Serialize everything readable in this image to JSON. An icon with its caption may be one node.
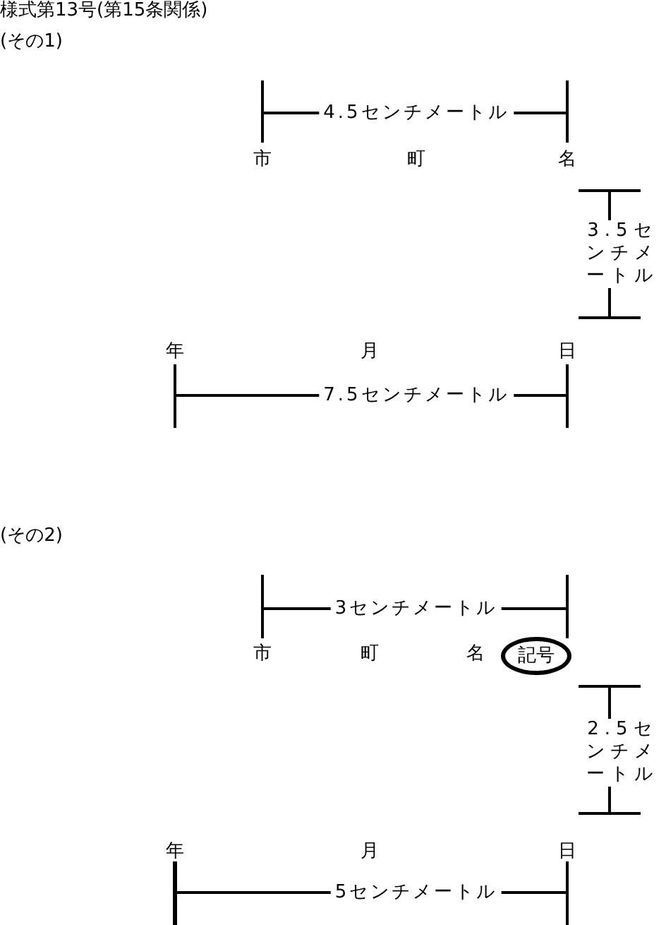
{
  "diagram": {
    "title": "様式第13号(第15条関係)",
    "nodes": [
      {
        "text": [
          "記号"
        ]
      }
    ],
    "labels": [
      "(その1)",
      "4.5センチメートル",
      "市",
      "町",
      "名",
      "3.5センチメートル",
      "年",
      "月",
      "日",
      "7.5センチメートル",
      "(その2)",
      "3センチメートル",
      "市",
      "町",
      "名",
      "2.5センチメートル",
      "年",
      "月",
      "日",
      "5センチメートル"
    ]
  }
}
